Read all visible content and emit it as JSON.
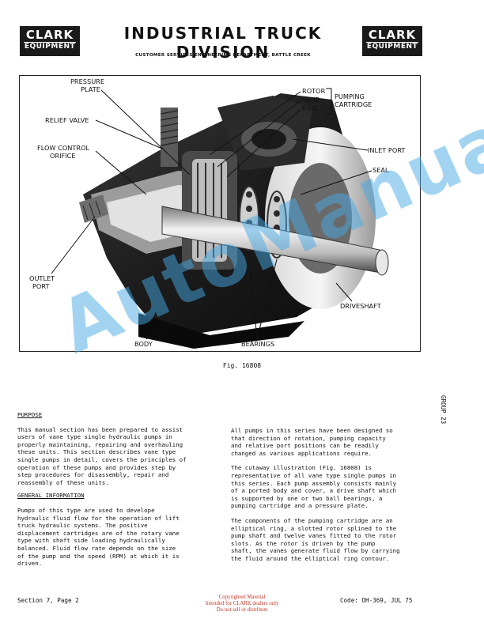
{
  "header": {
    "logo_top": "CLARK",
    "logo_bottom": "EQUIPMENT",
    "title": "INDUSTRIAL TRUCK DIVISION",
    "subtitle": "CUSTOMER SERVICES ENGINEERING DEPARTMENT, BATTLE CREEK"
  },
  "figure": {
    "labels": {
      "pressure_plate_1": "PRESSURE",
      "pressure_plate_2": "PLATE",
      "relief_valve": "RELIEF VALVE",
      "flow_control_1": "FLOW CONTROL",
      "flow_control_2": "ORIFICE",
      "outlet_port_1": "OUTLET",
      "outlet_port_2": "PORT",
      "body": "BODY",
      "bearings": "BEARINGS",
      "driveshaft": "DRIVESHAFT",
      "rotor": "ROTOR",
      "vane": "VANE",
      "ring": "RING",
      "pumping_cartridge_1": "PUMPING",
      "pumping_cartridge_2": "CARTRIDGE",
      "inlet_port": "INLET PORT",
      "seal": "SEAL"
    },
    "caption": "Fig. 16808"
  },
  "watermark": "AutoManual",
  "sections": {
    "purpose_heading": "PURPOSE",
    "purpose_text": "This manual section has been prepared to assist\nusers of vane type single hydraulic pumps in\nproperly maintaining, repairing and overhauling\nthese units.  This section describes vane type\nsingle pumps in detail, covers the principles of\noperation of these pumps and provides step by\nstep procedures for disassembly, repair and\nreassembly of these units.",
    "general_heading": "GENERAL INFORMATION",
    "general_text": "Pumps of this type are used to develope\nhydraulic fluid flow for the operation of lift\ntruck hydraulic systems.  The positive\ndisplacement cartridges are of the rotary vane\ntype with shaft side loading hydraulically\nbalanced.  Fluid flow rate depends on the size\nof the pump and the speed (RPM) at which it is\ndriven.",
    "right_p1": "All pumps in this series have been designed so\nthat direction of rotation, pumping capacity\nand relative port positions can be readily\nchanged as various applications require.",
    "right_p2": "The cutaway illustration (Fig. 16808) is\nrepresentative of all vane type single pumps in\nthis series.  Each pump assembly consists mainly\nof a ported body and cover, a drive shaft which\nis supported by one or two ball bearings, a\npumping cartridge and a pressure plate.",
    "right_p3": "The components of the pumping cartridge are an\nelliptical ring, a slotted rotor splined to the\npump shaft and twelve vanes fitted to the rotor\nslots.  As the rotor is driven by the pump\nshaft, the vanes generate fluid flow by carrying\nthe fluid around the elliptical ring contour."
  },
  "side_tab": "GROUP 23",
  "footer": {
    "left": "Section 7, Page 2",
    "right": "Code: OH-369, JUL 75",
    "copyright_1": "Copyrighted Material",
    "copyright_2": "Intended for CLARK dealers only",
    "copyright_3": "Do not sell or distribute"
  },
  "colors": {
    "watermark": "#46aae6",
    "copyright": "#c0392b"
  }
}
